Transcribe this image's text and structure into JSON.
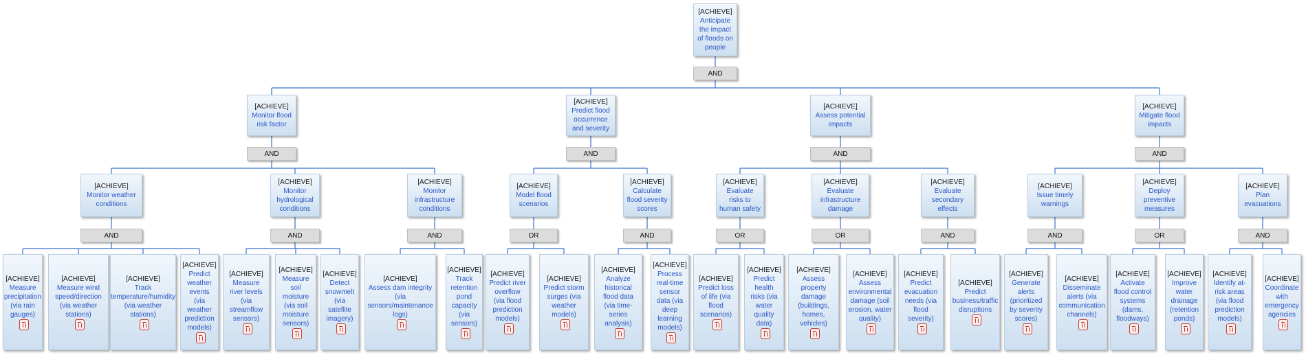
{
  "tag": "[ACHIEVE]",
  "colors": {
    "link": "#3b6fd1",
    "title": "#2a56c6",
    "trash": "#c0392b"
  },
  "root": {
    "title": "Anticipate the impact of floods on people",
    "op": "AND",
    "children": [
      {
        "title": "Monitor flood risk factor",
        "op": "AND",
        "children": [
          {
            "title": "Monitor weather conditions",
            "op": "AND",
            "children": [
              {
                "title": "Measure precipitation (via rain gauges)"
              },
              {
                "title": "Measure wind speed/direction (via weather stations)"
              },
              {
                "title": "Track temperature/humidity (via weather stations)"
              },
              {
                "title": "Predict weather events (via weather prediction models)"
              }
            ]
          },
          {
            "title": "Monitor hydrological conditions",
            "op": "AND",
            "children": [
              {
                "title": "Measure river levels (via streamflow sensors)"
              },
              {
                "title": "Measure soil moisture (via soil moisture sensors)"
              },
              {
                "title": "Detect snowmelt (via satellite imagery)"
              }
            ]
          },
          {
            "title": "Monitor infrastructure conditions",
            "op": "AND",
            "children": [
              {
                "title": "Assess dam integrity (via sensors/maintenance logs)"
              },
              {
                "title": "Track retention pond capacity (via sensors)"
              }
            ]
          }
        ]
      },
      {
        "title": "Predict flood occurrence and severity",
        "op": "AND",
        "children": [
          {
            "title": "Model flood scenarios",
            "op": "OR",
            "children": [
              {
                "title": "Predict river overflow (via flood prediction models)"
              },
              {
                "title": "Predict storm surges (via weather models)"
              }
            ]
          },
          {
            "title": "Calculate flood severity scores",
            "op": "AND",
            "children": [
              {
                "title": "Analyze historical flood data (via time-series analysis)"
              },
              {
                "title": "Process real-time sensor data (via deep learning models)"
              }
            ]
          }
        ]
      },
      {
        "title": "Assess potential impacts",
        "op": "AND",
        "children": [
          {
            "title": "Evaluate risks to human safety",
            "op": "OR",
            "children": [
              {
                "title": "Predict loss of life (via flood scenarios)"
              },
              {
                "title": "Predict health risks (via water quality data)"
              }
            ]
          },
          {
            "title": "Evaluate infrastructure damage",
            "op": "OR",
            "children": [
              {
                "title": "Assess property damage (buildings, homes, vehicles)"
              },
              {
                "title": "Assess environmental damage (soil erosion, water quality)"
              }
            ]
          },
          {
            "title": "Evaluate secondary effects",
            "op": "AND",
            "children": [
              {
                "title": "Predict evacuation needs (via flood severity)"
              },
              {
                "title": "Predict business/traffic disruptions"
              }
            ]
          }
        ]
      },
      {
        "title": "Mitigate flood impacts",
        "op": "AND",
        "children": [
          {
            "title": "Issue timely warnings",
            "op": "AND",
            "children": [
              {
                "title": "Generate alerts (prioritized by severity scores)"
              },
              {
                "title": "Disseminate alerts (via communication channels)"
              }
            ]
          },
          {
            "title": "Deploy preventive measures",
            "op": "OR",
            "children": [
              {
                "title": "Activate flood control systems (dams, floodways)"
              },
              {
                "title": "Improve water drainage (retention ponds)"
              }
            ]
          },
          {
            "title": "Plan evacuations",
            "op": "AND",
            "children": [
              {
                "title": "Identify at-risk areas (via flood prediction models)"
              },
              {
                "title": "Coordinate with emergency agencies"
              }
            ]
          }
        ]
      }
    ]
  }
}
